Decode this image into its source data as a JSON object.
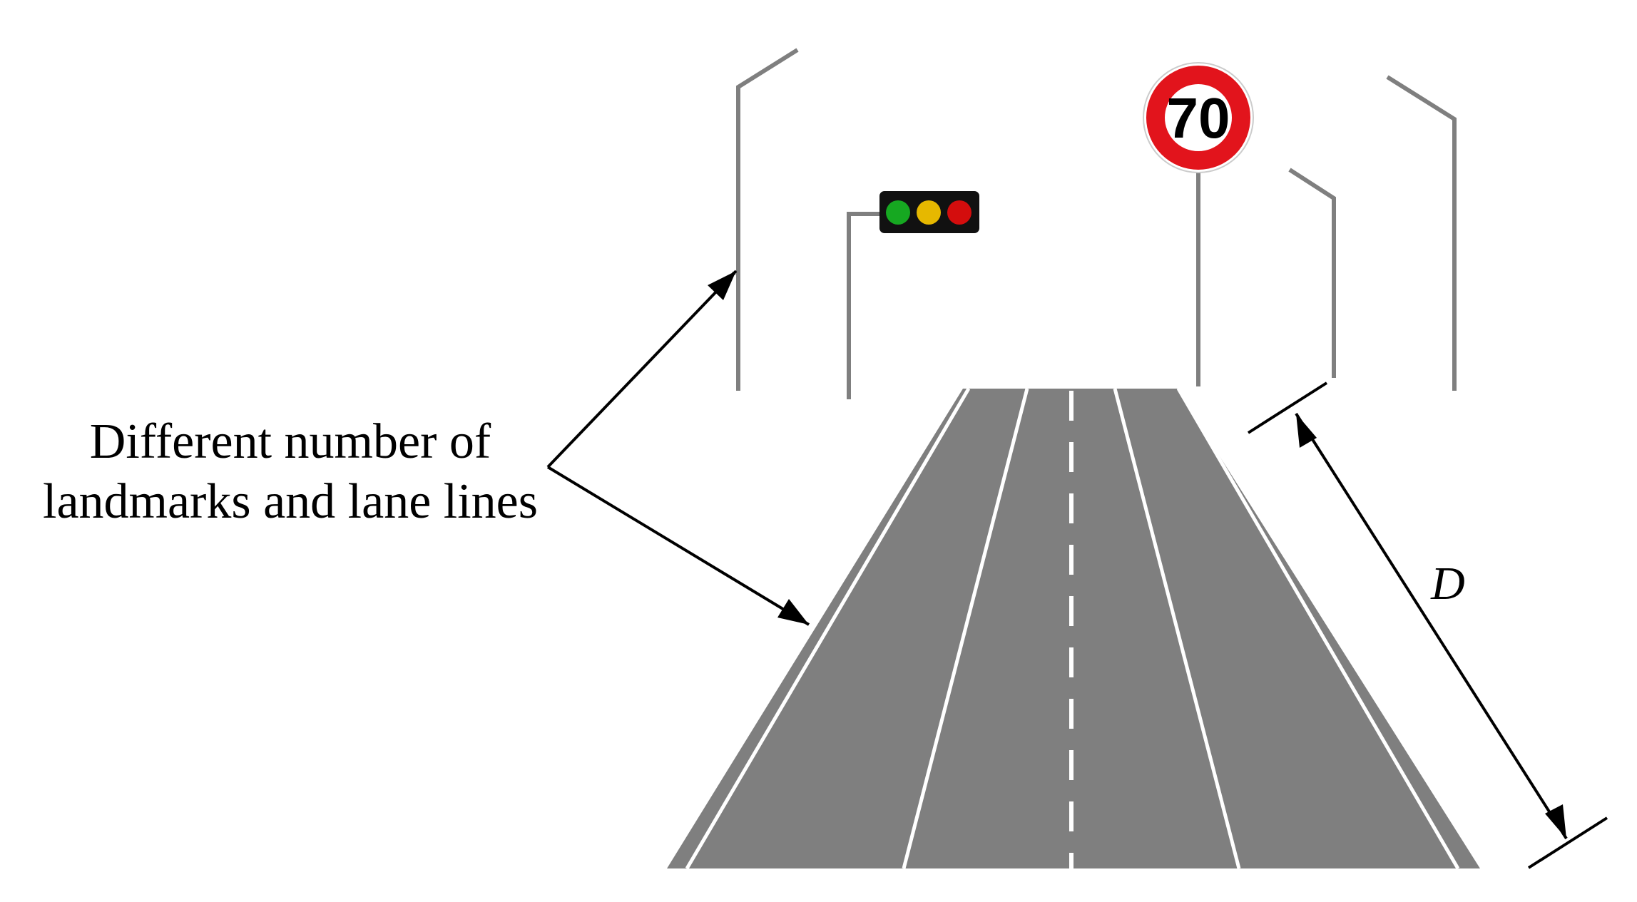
{
  "caption": {
    "line1": "Different number of",
    "line2": "landmarks and lane lines"
  },
  "speed_sign": {
    "value": "70",
    "ring_color": "#e2141c"
  },
  "distance_label": "D",
  "traffic_light": {
    "lamps": [
      "#16a821",
      "#e6b800",
      "#d40d0d"
    ],
    "housing_color": "#111111"
  },
  "colors": {
    "road": "#7f7f7f",
    "pole": "#7f7f7f",
    "lane_line": "#ffffff",
    "arrow": "#000000"
  },
  "icons": {
    "traffic_light": "traffic-light-icon",
    "speed_sign": "speed-limit-sign-icon"
  }
}
